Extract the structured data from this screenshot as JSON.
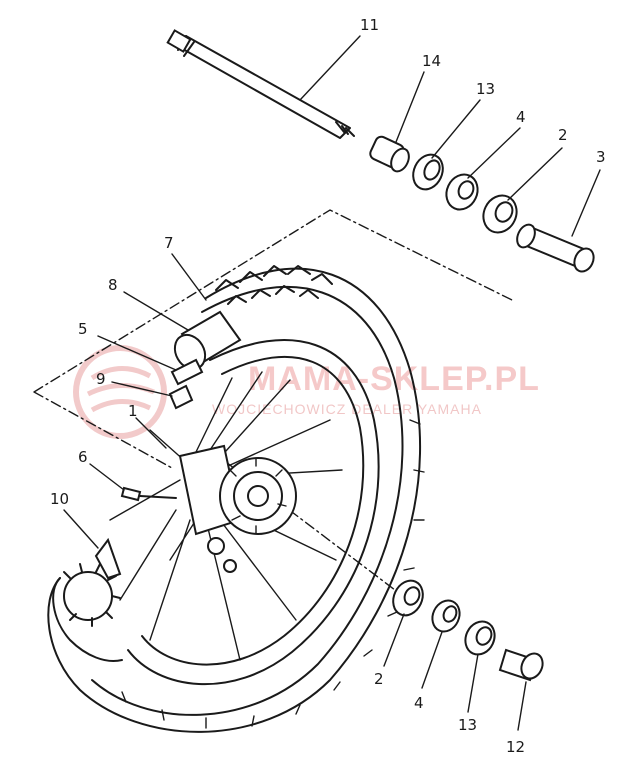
{
  "callouts": [
    {
      "id": "11",
      "text": "11"
    },
    {
      "id": "14",
      "text": "14"
    },
    {
      "id": "13a",
      "text": "13"
    },
    {
      "id": "4a",
      "text": "4"
    },
    {
      "id": "2a",
      "text": "2"
    },
    {
      "id": "3",
      "text": "3"
    },
    {
      "id": "7",
      "text": "7"
    },
    {
      "id": "8",
      "text": "8"
    },
    {
      "id": "5",
      "text": "5"
    },
    {
      "id": "9",
      "text": "9"
    },
    {
      "id": "1",
      "text": "1"
    },
    {
      "id": "6",
      "text": "6"
    },
    {
      "id": "10",
      "text": "10"
    },
    {
      "id": "2b",
      "text": "2"
    },
    {
      "id": "4b",
      "text": "4"
    },
    {
      "id": "13b",
      "text": "13"
    },
    {
      "id": "12",
      "text": "12"
    }
  ],
  "watermark": {
    "site": "MAMA-SKLEP.PL",
    "subtitle": "WOJCIECHOWICZ DEALER YAMAHA",
    "color": "#e57373"
  }
}
